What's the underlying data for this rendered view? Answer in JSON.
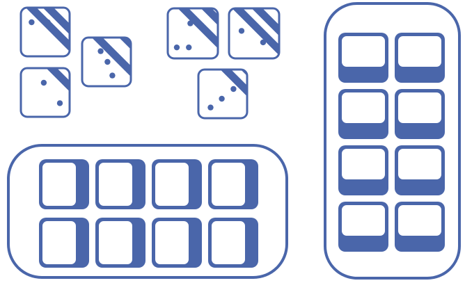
{
  "colors": {
    "stroke": "#4A66AA",
    "fill": "#4A66AA",
    "background": "#FFFFFF"
  },
  "loose_dice": [
    {
      "id": "die-1",
      "pips": 3,
      "icon": "die-three-icon"
    },
    {
      "id": "die-2",
      "pips": 3,
      "icon": "die-three-icon"
    },
    {
      "id": "die-3",
      "pips": 2,
      "icon": "die-two-icon"
    },
    {
      "id": "die-4",
      "pips": 3,
      "icon": "die-three-icon"
    },
    {
      "id": "die-5",
      "pips": 2,
      "icon": "die-two-icon"
    },
    {
      "id": "die-6",
      "pips": 3,
      "icon": "die-three-icon"
    }
  ],
  "horizontal_tray": {
    "rows": 2,
    "columns": 4,
    "slot_shadow_side": "right",
    "slot_count": 8
  },
  "vertical_tray": {
    "rows": 4,
    "columns": 2,
    "slot_shadow_side": "bottom",
    "slot_count": 8
  }
}
